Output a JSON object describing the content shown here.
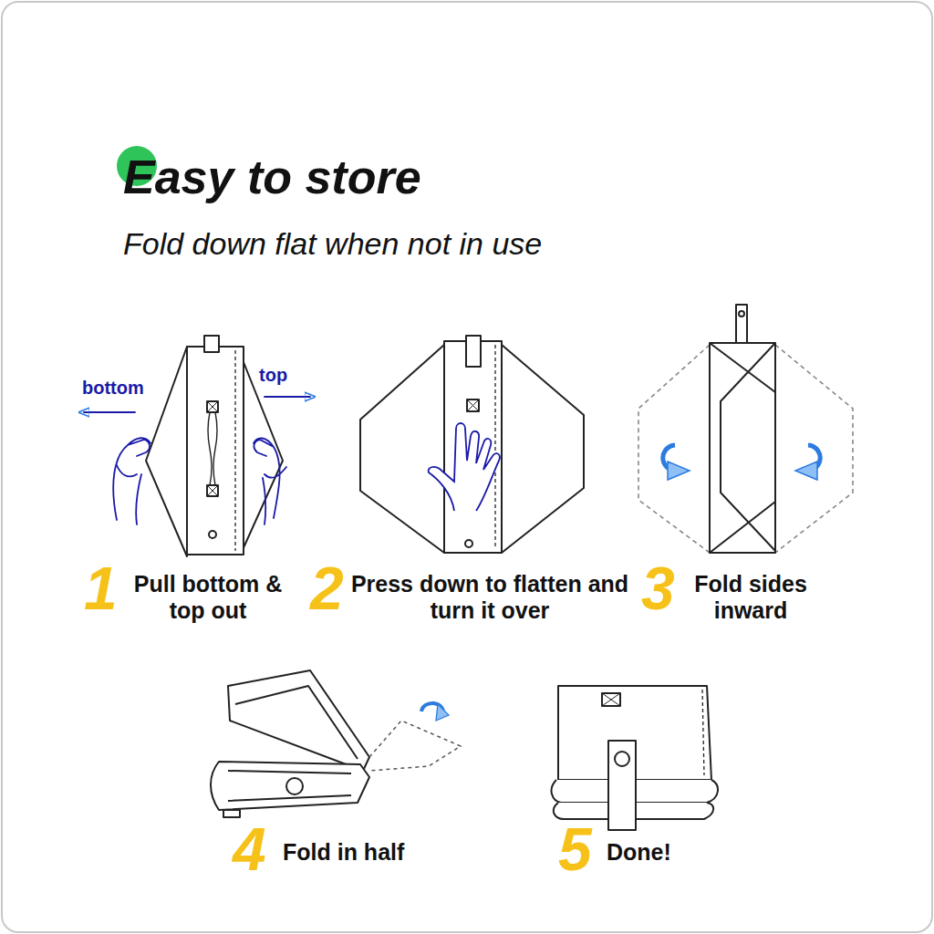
{
  "diagram": {
    "title": "Easy to store",
    "labels": [
      "Fold down flat when not in use",
      "bottom",
      "top",
      "1",
      "Pull bottom & top out",
      "2",
      "Press down to flatten and turn it over",
      "3",
      "Fold sides inward",
      "4",
      "Fold in half",
      "5",
      "Done!"
    ]
  }
}
